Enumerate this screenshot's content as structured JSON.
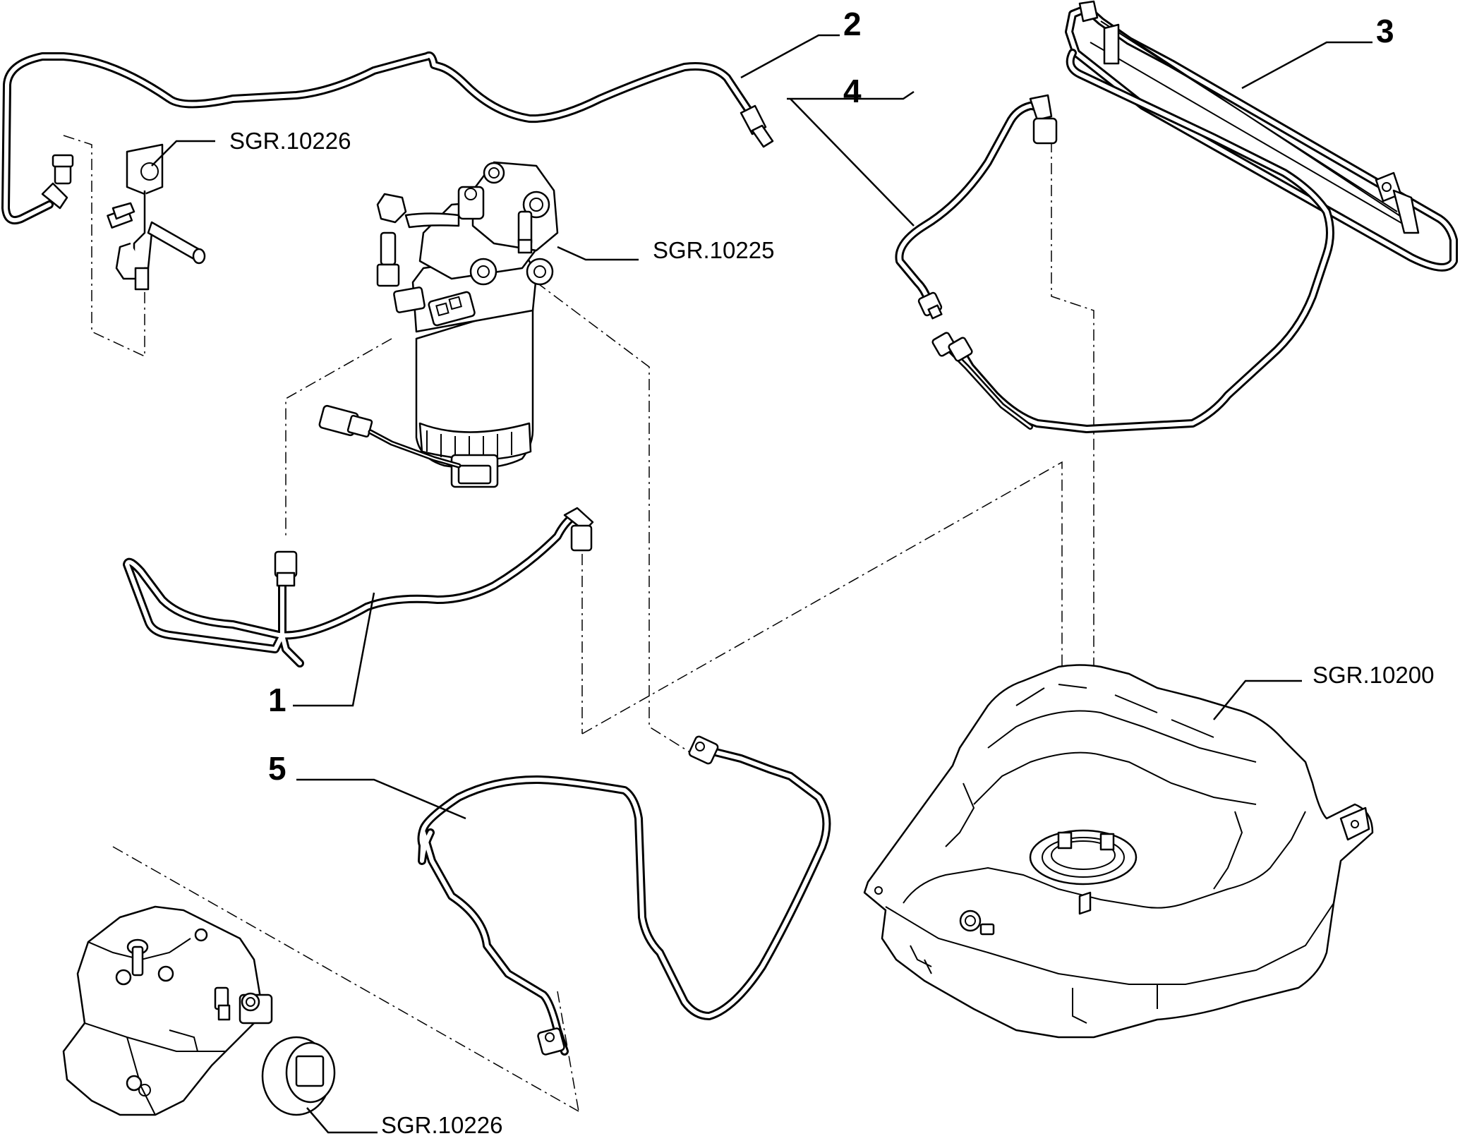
{
  "callouts": [
    "1",
    "2",
    "3",
    "4",
    "5"
  ],
  "references": {
    "valve_top": "SGR.10226",
    "filter": "SGR.10225",
    "tank": "SGR.10200",
    "pump_bottom": "SGR.10226"
  }
}
